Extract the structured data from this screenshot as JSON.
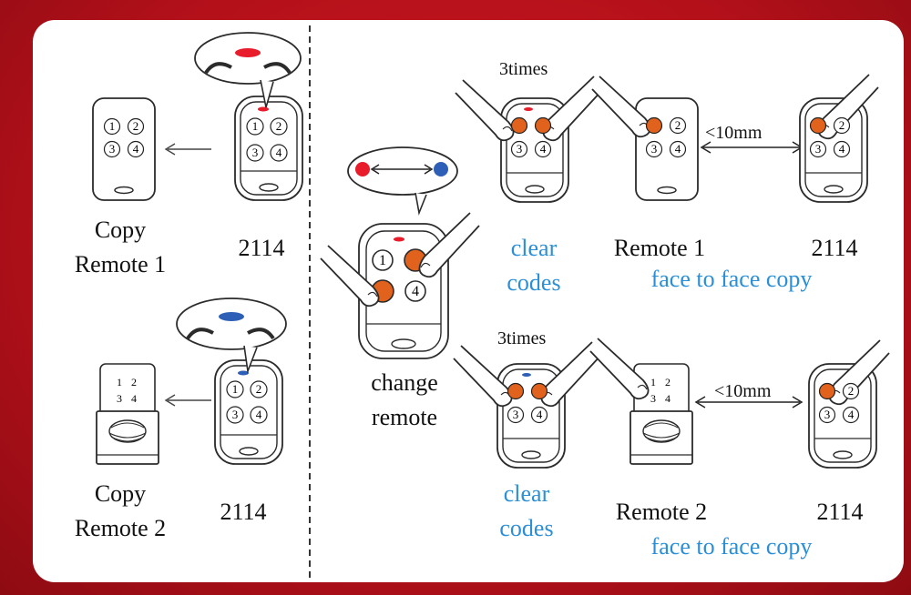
{
  "colors": {
    "background": "#c0121c",
    "card": "#ffffff",
    "outline": "#2b2b2b",
    "led_red": "#e81c2a",
    "led_blue": "#2e5fb7",
    "button_orange": "#e0621c",
    "caption_blue": "#2a8fd6"
  },
  "left_panel": {
    "top": {
      "copy_line1": "Copy",
      "copy_line2": "Remote 1",
      "model": "2114"
    },
    "bottom": {
      "copy_line1": "Copy",
      "copy_line2": "Remote 2",
      "model": "2114"
    }
  },
  "center": {
    "line1": "change",
    "line2": "remote"
  },
  "right_panel": {
    "row1": {
      "times": "3times",
      "distance": "<10mm",
      "clear_line1": "clear",
      "clear_line2": "codes",
      "remote": "Remote 1",
      "model": "2114",
      "face_copy": "face to face copy"
    },
    "row2": {
      "times": "3times",
      "distance": "<10mm",
      "clear_line1": "clear",
      "clear_line2": "codes",
      "remote": "Remote 2",
      "model": "2114",
      "face_copy": "face to face copy"
    }
  },
  "button_numbers": [
    "1",
    "2",
    "3",
    "4"
  ]
}
